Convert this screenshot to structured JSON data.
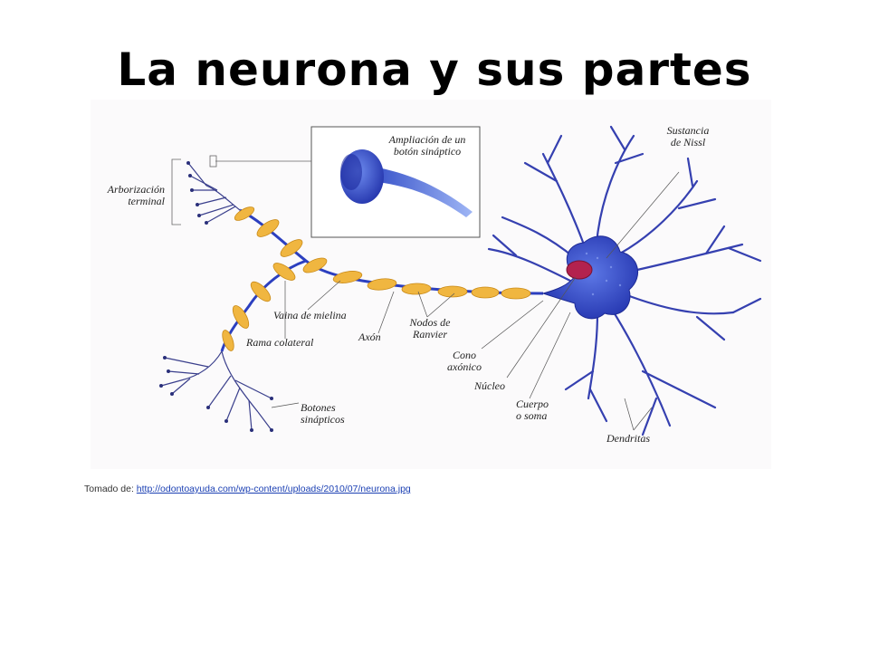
{
  "slide": {
    "title": "La neurona y sus partes"
  },
  "labels": {
    "arborizacion_terminal": [
      "Arborización",
      "terminal"
    ],
    "ampliacion_boton": [
      "Ampliación de un",
      "botón sináptico"
    ],
    "sustancia_nissl": [
      "Sustancia",
      "de Nissl"
    ],
    "vaina_mielina": "Vaina de mielina",
    "rama_colateral": "Rama colateral",
    "axon": "Axón",
    "nodos_ranvier": [
      "Nodos de",
      "Ranvier"
    ],
    "cono_axonico": [
      "Cono",
      "axónico"
    ],
    "nucleo": "Núcleo",
    "cuerpo_soma": [
      "Cuerpo",
      "o soma"
    ],
    "botones_sinapticos": [
      "Botones",
      "sinápticos"
    ],
    "dendritas": "Dendritas"
  },
  "source": {
    "prefix": "Tomado de: ",
    "link_text": "http://odontoayuda.com/wp-content/uploads/2010/07/neurona.jpg"
  },
  "colors": {
    "neuron_blue": "#2c3fbf",
    "myelin": "#f0b640",
    "nucleus": "#b3224e"
  }
}
